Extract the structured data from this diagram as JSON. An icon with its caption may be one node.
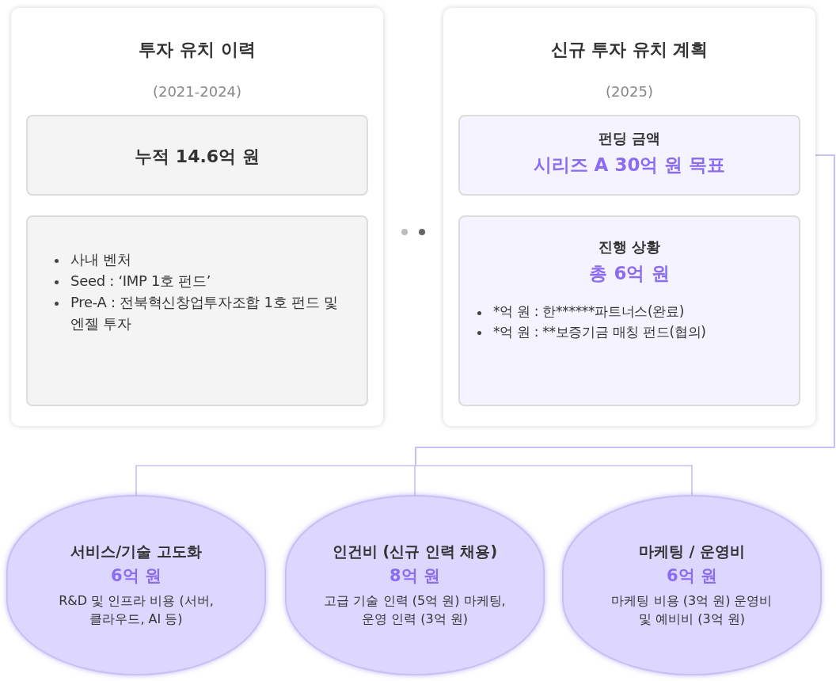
{
  "diagram": {
    "nodes": [
      {
        "text": [
          "투자 유치 이력",
          "(2021-2024)"
        ]
      },
      {
        "text": [
          "누적 14.6억 원"
        ],
        "in": 0
      },
      {
        "text": [
          "사내 벤처",
          "Seed : ‘IMP 1호 펀드’",
          "Pre-A : 전북혁신창업투자조합 1호 펀드 및 엔젤 투자"
        ],
        "in": 0
      },
      {
        "text": [
          "신규 투자 유치 계획",
          "(2025)"
        ]
      },
      {
        "text": [
          "펀딩 금액",
          "시리즈 A 30억 원 목표"
        ],
        "in": 3
      },
      {
        "text": [
          "진행 상황",
          "총 6억 원",
          "*억 원 : 한******파트너스(완료)",
          "*억 원 : **보증기금 매칭 펀드(협의)"
        ],
        "in": 3
      },
      {
        "text": [
          "서비스/기술 고도화",
          "6억 원",
          "R&D 및 인프라 비용 (서버, 클라우드, AI 등)"
        ]
      },
      {
        "text": [
          "인건비 (신규 인력 채용)",
          "8억 원",
          "고급 기술 인력 (5억 원) 마케팅, 운영 인력 (3억 원)"
        ]
      },
      {
        "text": [
          "마케팅 / 운영비",
          "6억 원",
          "마케팅 비용 (3억 원) 운영비 및 예비비 (3억 원)"
        ]
      }
    ],
    "edges": [
      {
        "from": 4,
        "to": 6,
        "arrow": "none"
      },
      {
        "from": 4,
        "to": 7,
        "arrow": "none"
      },
      {
        "from": 4,
        "to": 8,
        "arrow": "none"
      }
    ]
  }
}
